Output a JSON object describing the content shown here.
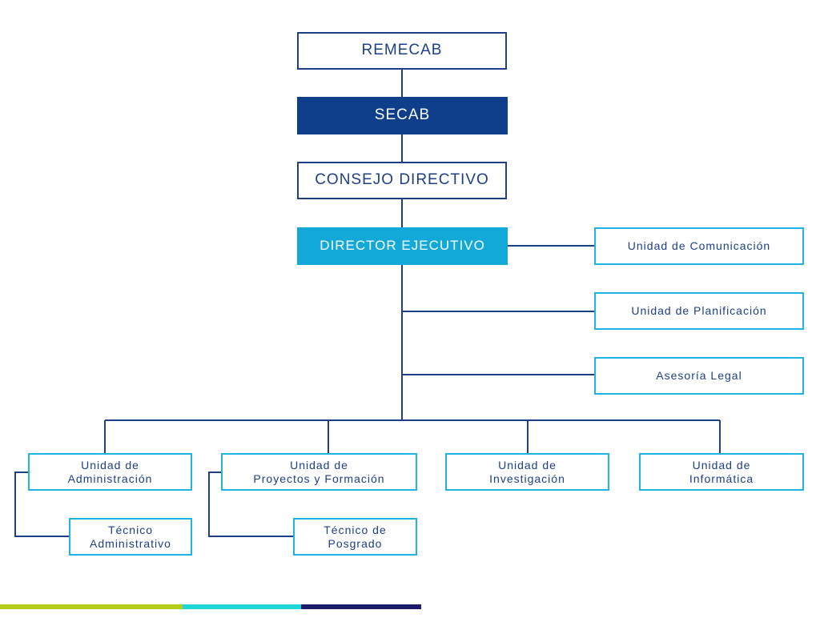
{
  "org": {
    "remecab": "REMECAB",
    "secab": "SECAB",
    "consejo": "CONSEJO DIRECTIVO",
    "director": "DIRECTOR EJECUTIVO",
    "staff": {
      "comunicacion": "Unidad de Comunicación",
      "planificacion": "Unidad de Planificación",
      "legal": "Asesoría Legal"
    },
    "units": {
      "administracion": "Unidad de\nAdministración",
      "proyectos": "Unidad de\nProyectos y Formación",
      "investigacion": "Unidad de\nInvestigación",
      "informatica": "Unidad de\nInformática"
    },
    "sub": {
      "tecnico_admin": "Técnico\nAdministrativo",
      "tecnico_posgrado": "Técnico de\nPosgrado"
    }
  },
  "colors": {
    "navy": "#0f3f8a",
    "navy_line": "#1c3f86",
    "cyan": "#12a9d9",
    "cyan_border": "#1eb3e0",
    "bar_lime": "#b5cc18",
    "bar_cyan": "#1fd6d6",
    "bar_dark": "#1b1b6b"
  }
}
